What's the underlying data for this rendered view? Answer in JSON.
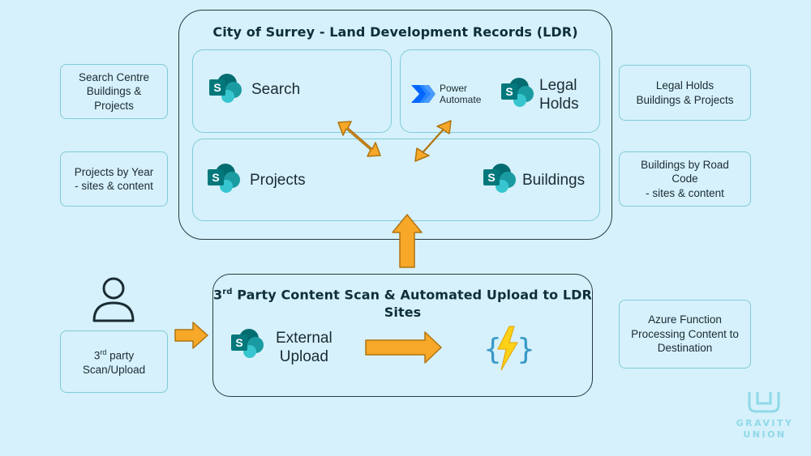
{
  "diagram": {
    "ldr_title": "City of Surrey - Land Development Records (LDR)",
    "scan_title_pre": "3",
    "scan_title_sup": "rd",
    "scan_title_rest": " Party Content Scan & Automated Upload to LDR Sites",
    "search_label": "Search",
    "power_automate_line1": "Power",
    "power_automate_line2": "Automate",
    "legal_holds_label": "Legal\nHolds",
    "projects_label": "Projects",
    "buildings_label": "Buildings",
    "external_upload_label": "External\nUpload",
    "side_notes": {
      "search_centre": "Search Centre\nBuildings &\nProjects",
      "projects_by_year": "Projects by Year\n- sites & content",
      "legal_holds": "Legal Holds\nBuildings & Projects",
      "buildings_by_road": "Buildings by Road\nCode\n- sites & content",
      "third_party_pre": "3",
      "third_party_sup": "rd",
      "third_party_rest": " party\nScan/Upload",
      "azure_function": "Azure Function\nProcessing Content to\nDestination"
    },
    "logo": {
      "line1": "GRAVITY",
      "line2": "UNION"
    }
  },
  "colors": {
    "background": "#d6f1fb",
    "arrow_fill": "#f7a829",
    "arrow_stroke": "#b07410",
    "box_border": "#7fcbd8",
    "sharepoint_dark": "#036c70",
    "sharepoint_mid": "#1a9ba1",
    "sharepoint_light": "#37c6d0",
    "power_automate": "#0066ff",
    "azure_function_bolt": "#fcd116",
    "azure_function_brace": "#3999c6"
  },
  "icons": [
    "sharepoint-icon",
    "power-automate-icon",
    "azure-function-icon",
    "person-icon",
    "gravity-union-logo"
  ]
}
